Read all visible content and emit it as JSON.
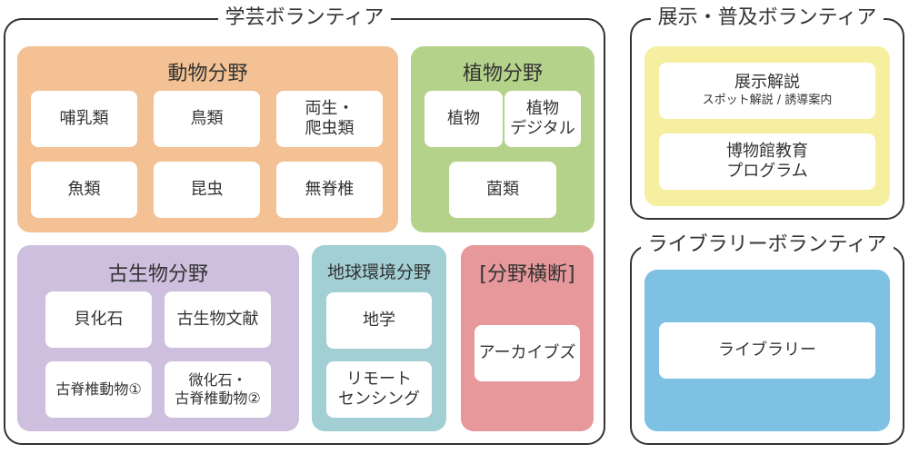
{
  "colors": {
    "zoology": "#f3c193",
    "botany": "#b4d28a",
    "paleontology": "#cdbfdd",
    "earth": "#a1cfd4",
    "cross": "#e7989b",
    "exhibit": "#f5ef9f",
    "library": "#7fc1e3",
    "frame": "#333333"
  },
  "academic": {
    "title": "学芸ボランティア",
    "zoology": {
      "title": "動物分野",
      "items": [
        "哺乳類",
        "鳥類",
        "両生・爬虫類",
        "魚類",
        "昆虫",
        "無脊椎"
      ],
      "amphibian_line1": "両生・",
      "amphibian_line2": "爬虫類"
    },
    "botany": {
      "title": "植物分野",
      "plants": "植物",
      "plants_digital_line1": "植物",
      "plants_digital_line2": "デジタル",
      "fungi": "菌類"
    },
    "paleontology": {
      "title": "古生物分野",
      "shell_fossils": "貝化石",
      "paleo_literature": "古生物文献",
      "vertebrate_fossils_1": "古脊椎動物①",
      "micro_line1": "微化石・",
      "micro_line2": "古脊椎動物②"
    },
    "earth": {
      "title": "地球環境分野",
      "geology": "地学",
      "remote_line1": "リモート",
      "remote_line2": "センシング"
    },
    "cross": {
      "title": "[分野横断]",
      "archives": "アーカイブズ"
    }
  },
  "exhibit": {
    "title": "展示・普及ボランティア",
    "commentary": "展示解説",
    "commentary_sub": "スポット解説 / 誘導案内",
    "education_line1": "博物館教育",
    "education_line2": "プログラム"
  },
  "library": {
    "title": "ライブラリーボランティア",
    "item": "ライブラリー"
  }
}
